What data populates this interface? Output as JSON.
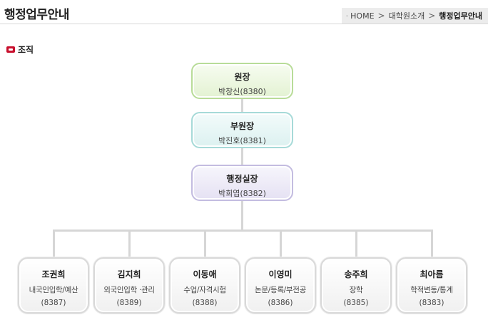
{
  "header": {
    "title": "행정업무안내",
    "breadcrumb": {
      "bullet": "·",
      "home": "HOME",
      "separator": ">",
      "section": "대학원소개",
      "current": "행정업무안내"
    }
  },
  "org": {
    "section_label": "조직",
    "leaders": [
      {
        "name": "원장",
        "ext": "박창신(8380)"
      },
      {
        "name": "부원장",
        "ext": "박진호(8381)"
      },
      {
        "name": "행정실장",
        "ext": "박희엽(8382)"
      }
    ],
    "staff": [
      {
        "name": "조권희",
        "duty": "내국인입학/예산",
        "ext": "(8387)"
      },
      {
        "name": "김지희",
        "duty": "외국인입학 ·관리",
        "ext": "(8389)"
      },
      {
        "name": "이동애",
        "duty": "수업/자격시험",
        "ext": "(8388)"
      },
      {
        "name": "이영미",
        "duty": "논문/등록/부전공",
        "ext": "(8386)"
      },
      {
        "name": "송주희",
        "duty": "장학",
        "ext": "(8385)"
      },
      {
        "name": "최아름",
        "duty": "학적변동/통계",
        "ext": "(8383)"
      }
    ]
  }
}
